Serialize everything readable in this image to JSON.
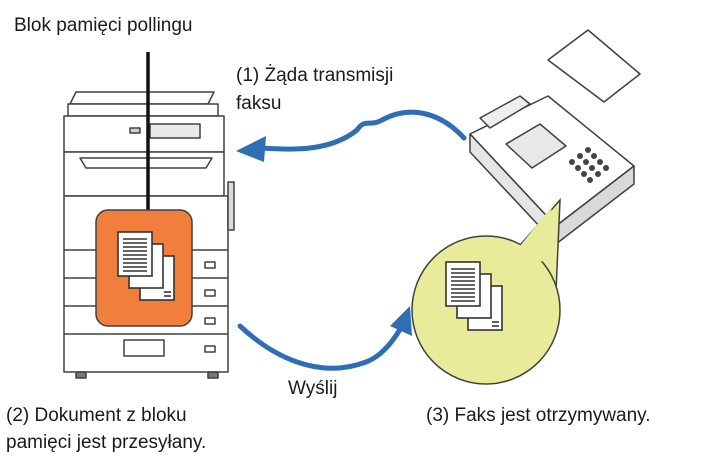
{
  "labels": {
    "memory_box": "Blok pamięci pollingu",
    "request_line1": "(1) Żąda transmisji",
    "request_line2": "faksu",
    "send": "Wyślij",
    "transmitted_line1": "(2) Dokument z bloku",
    "transmitted_line2": "pamięci jest przesyłany.",
    "received": "(3) Faks jest otrzymywany."
  },
  "colors": {
    "arrow": "#2F6EB5",
    "memory_box": "#F07E3C",
    "bubble": "#E8EC9A",
    "outline": "#404040",
    "machine_body": "#FFFFFF"
  },
  "icons": {
    "machine": "multifunction-printer-icon",
    "fax": "fax-machine-icon",
    "docs": "document-stack-icon"
  }
}
